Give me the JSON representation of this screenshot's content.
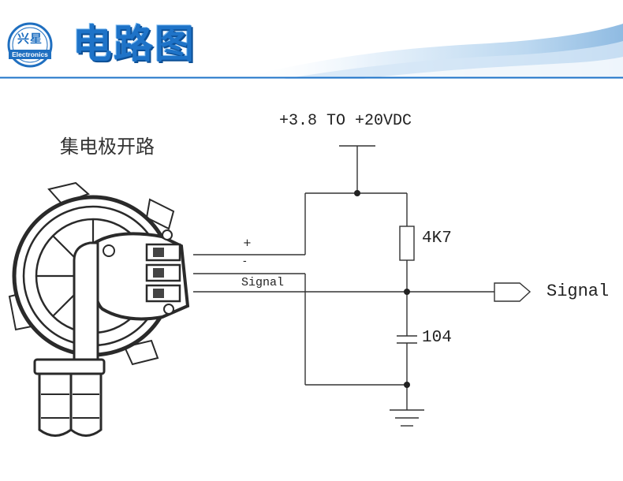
{
  "header": {
    "logo_cn": "兴星",
    "logo_en": "Electronics",
    "title": "电路图",
    "colors": {
      "accent": "#1e73c8",
      "line": "#1e73c8"
    }
  },
  "diagram": {
    "subtitle": "集电极开路",
    "supply_label": "+3.8 TO +20VDC",
    "resistor_label": "4K7",
    "capacitor_label": "104",
    "output_label": "Signal",
    "wire_plus": "+",
    "wire_minus": "-",
    "wire_signal": "Signal"
  }
}
